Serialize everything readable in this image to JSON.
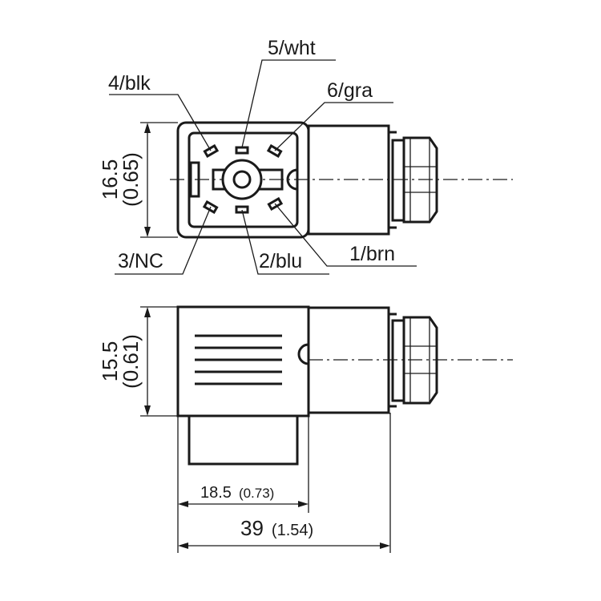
{
  "pins": {
    "pin4": "4/blk",
    "pin5": "5/wht",
    "pin6": "6/gra",
    "pin3": "3/NC",
    "pin2": "2/blu",
    "pin1": "1/brn"
  },
  "dimensions": {
    "front_height": {
      "value": "16.5",
      "alt": "(0.65)"
    },
    "side_height": {
      "value": "15.5",
      "alt": "(0.61)"
    },
    "body_length": {
      "value": "18.5",
      "alt": "(0.73)"
    },
    "total_length": {
      "value": "39",
      "alt": "(1.54)"
    }
  }
}
